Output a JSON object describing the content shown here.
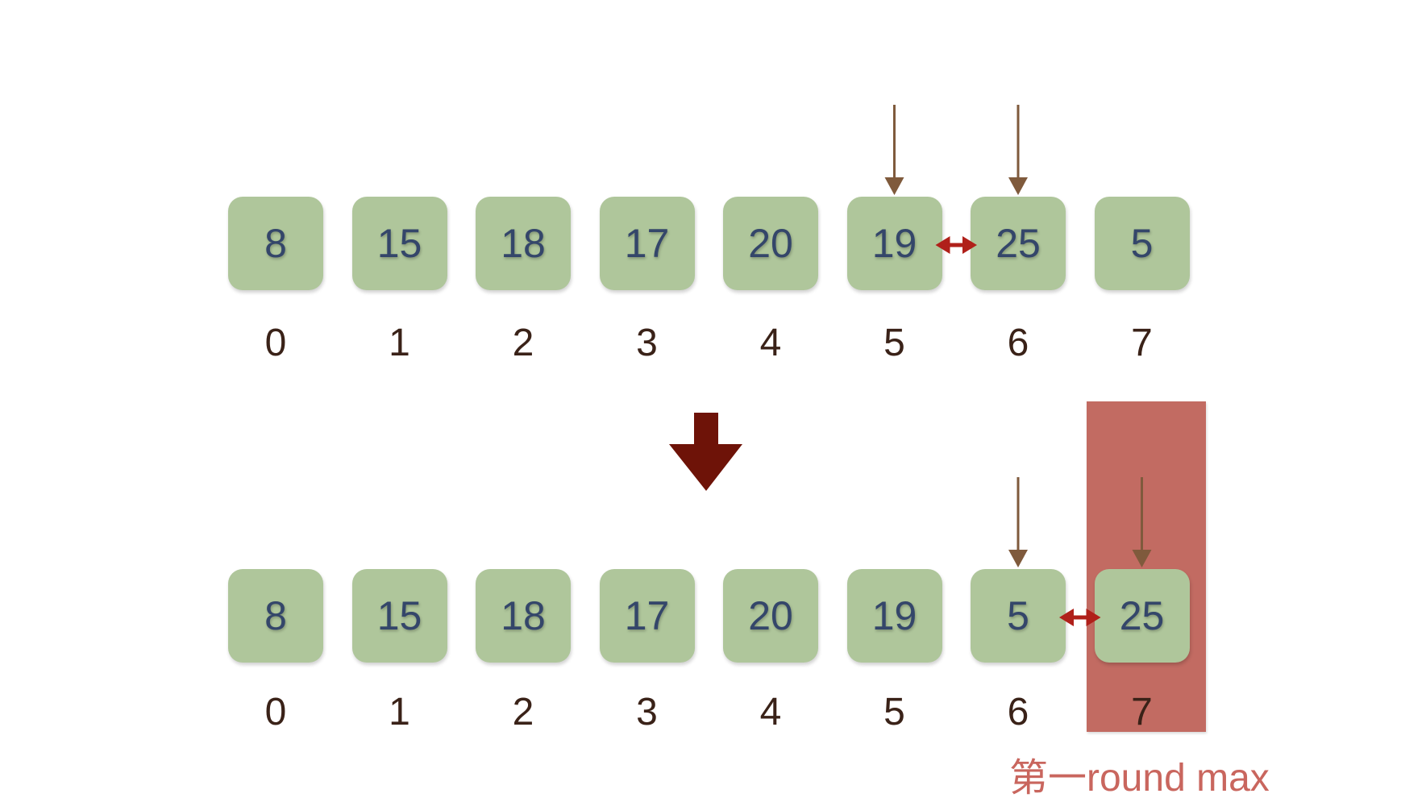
{
  "rows": [
    {
      "values": [
        "8",
        "15",
        "18",
        "17",
        "20",
        "19",
        "25",
        "5"
      ],
      "indices": [
        "0",
        "1",
        "2",
        "3",
        "4",
        "5",
        "6",
        "7"
      ],
      "pointers": [
        5,
        6
      ],
      "swap": [
        5,
        6
      ]
    },
    {
      "values": [
        "8",
        "15",
        "18",
        "17",
        "20",
        "19",
        "5",
        "25"
      ],
      "indices": [
        "0",
        "1",
        "2",
        "3",
        "4",
        "5",
        "6",
        "7"
      ],
      "pointers": [
        6,
        7
      ],
      "swap": [
        6,
        7
      ],
      "highlight_index": 7
    }
  ],
  "caption": "第一round max",
  "colors": {
    "box": "#afc69b",
    "number": "#34466a",
    "highlight": "#c26b62",
    "pointer_arrow": "#7f5a3c",
    "swap_arrow": "#b0201a",
    "transition_arrow": "#6e1308",
    "caption": "#c9665e"
  }
}
